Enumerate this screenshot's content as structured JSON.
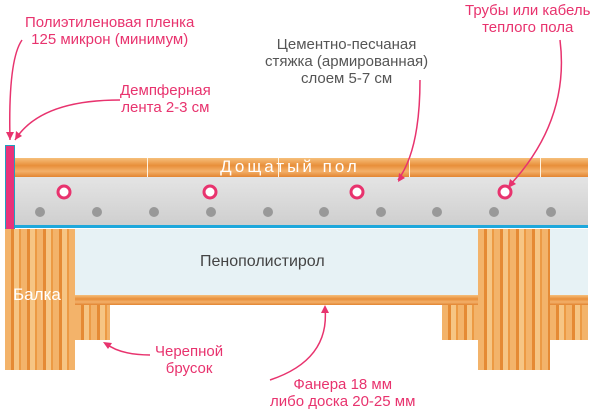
{
  "labels": {
    "film": "Полиэтиленовая пленка",
    "film2": "125 микрон (минимум)",
    "damper": "Демпферная",
    "damper2": "лента 2-3 см",
    "screed": "Цементно-песчаная",
    "screed2": "стяжка (армированная)",
    "screed3": "слоем 5-7 см",
    "pipes": "Трубы или кабель",
    "pipes2": "теплого пола",
    "floor": "Дощатый пол",
    "foam": "Пенополистирол",
    "beam": "Балка",
    "bar": "Черепной",
    "bar2": "брусок",
    "plywood": "Фанера 18 мм",
    "plywood2": "либо доска 20-25 мм"
  },
  "colors": {
    "accent": "#e8336e",
    "screed": "#d9d9d9",
    "foam": "#e6f2f5"
  }
}
